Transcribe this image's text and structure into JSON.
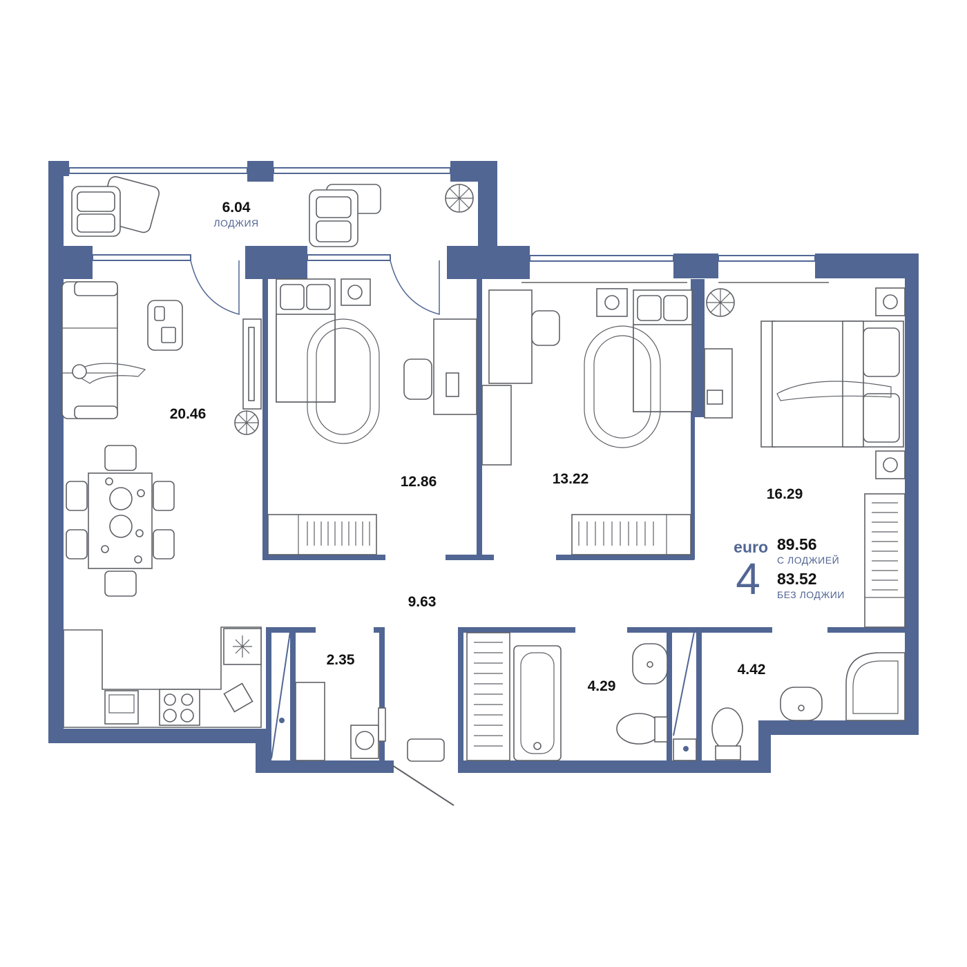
{
  "unit": {
    "brand": "euro",
    "rooms": "4",
    "area_with_loggia": "89.56",
    "area_with_loggia_label": "С ЛОДЖИЕЙ",
    "area_without_loggia": "83.52",
    "area_without_loggia_label": "БЕЗ ЛОДЖИИ"
  },
  "rooms": {
    "loggia": {
      "area": "6.04",
      "label": "ЛОДЖИЯ"
    },
    "living_kitchen": {
      "area": "20.46"
    },
    "bedroom_1": {
      "area": "12.86"
    },
    "bedroom_2": {
      "area": "13.22"
    },
    "master_bedroom": {
      "area": "16.29"
    },
    "hallway": {
      "area": "9.63"
    },
    "storage": {
      "area": "2.35"
    },
    "bathroom": {
      "area": "4.29"
    },
    "shower_room": {
      "area": "4.42"
    }
  },
  "colors": {
    "wall": "#516693",
    "furniture_stroke": "#5e6066",
    "background": "#ffffff"
  }
}
